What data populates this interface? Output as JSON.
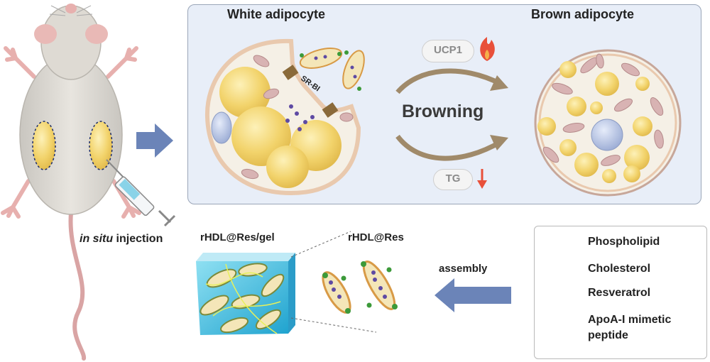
{
  "panel": {
    "white_title": "White adipocyte",
    "brown_title": "Brown adipocyte",
    "receptor_label": "SR-BI",
    "ucp1_label": "UCP1",
    "browning_label": "Browning",
    "tg_label": "TG"
  },
  "mouse": {
    "injection_italic": "in situ",
    "injection_rest": " injection"
  },
  "bottom": {
    "gel_label": "rHDL@Res/gel",
    "particle_label": "rHDL@Res",
    "assembly_label": "assembly"
  },
  "legend": {
    "items": [
      {
        "label": "Phospholipid",
        "icon": "phospholipid-icon"
      },
      {
        "label": "Cholesterol",
        "icon": "cholesterol-icon"
      },
      {
        "label": "Resveratrol",
        "icon": "resveratrol-icon"
      },
      {
        "label": "ApoA-I mimetic peptide",
        "icon": "peptide-icon"
      }
    ]
  },
  "colors": {
    "panel_bg": "#e8eef8",
    "arrow_blue": "#6b84b8",
    "browning_arrow": "#a08a6a",
    "lipid_yellow": "#f2d36b",
    "mito_pink": "#c79a9a",
    "gel_blue": "#4cc3e6",
    "up_red": "#e8503a"
  }
}
